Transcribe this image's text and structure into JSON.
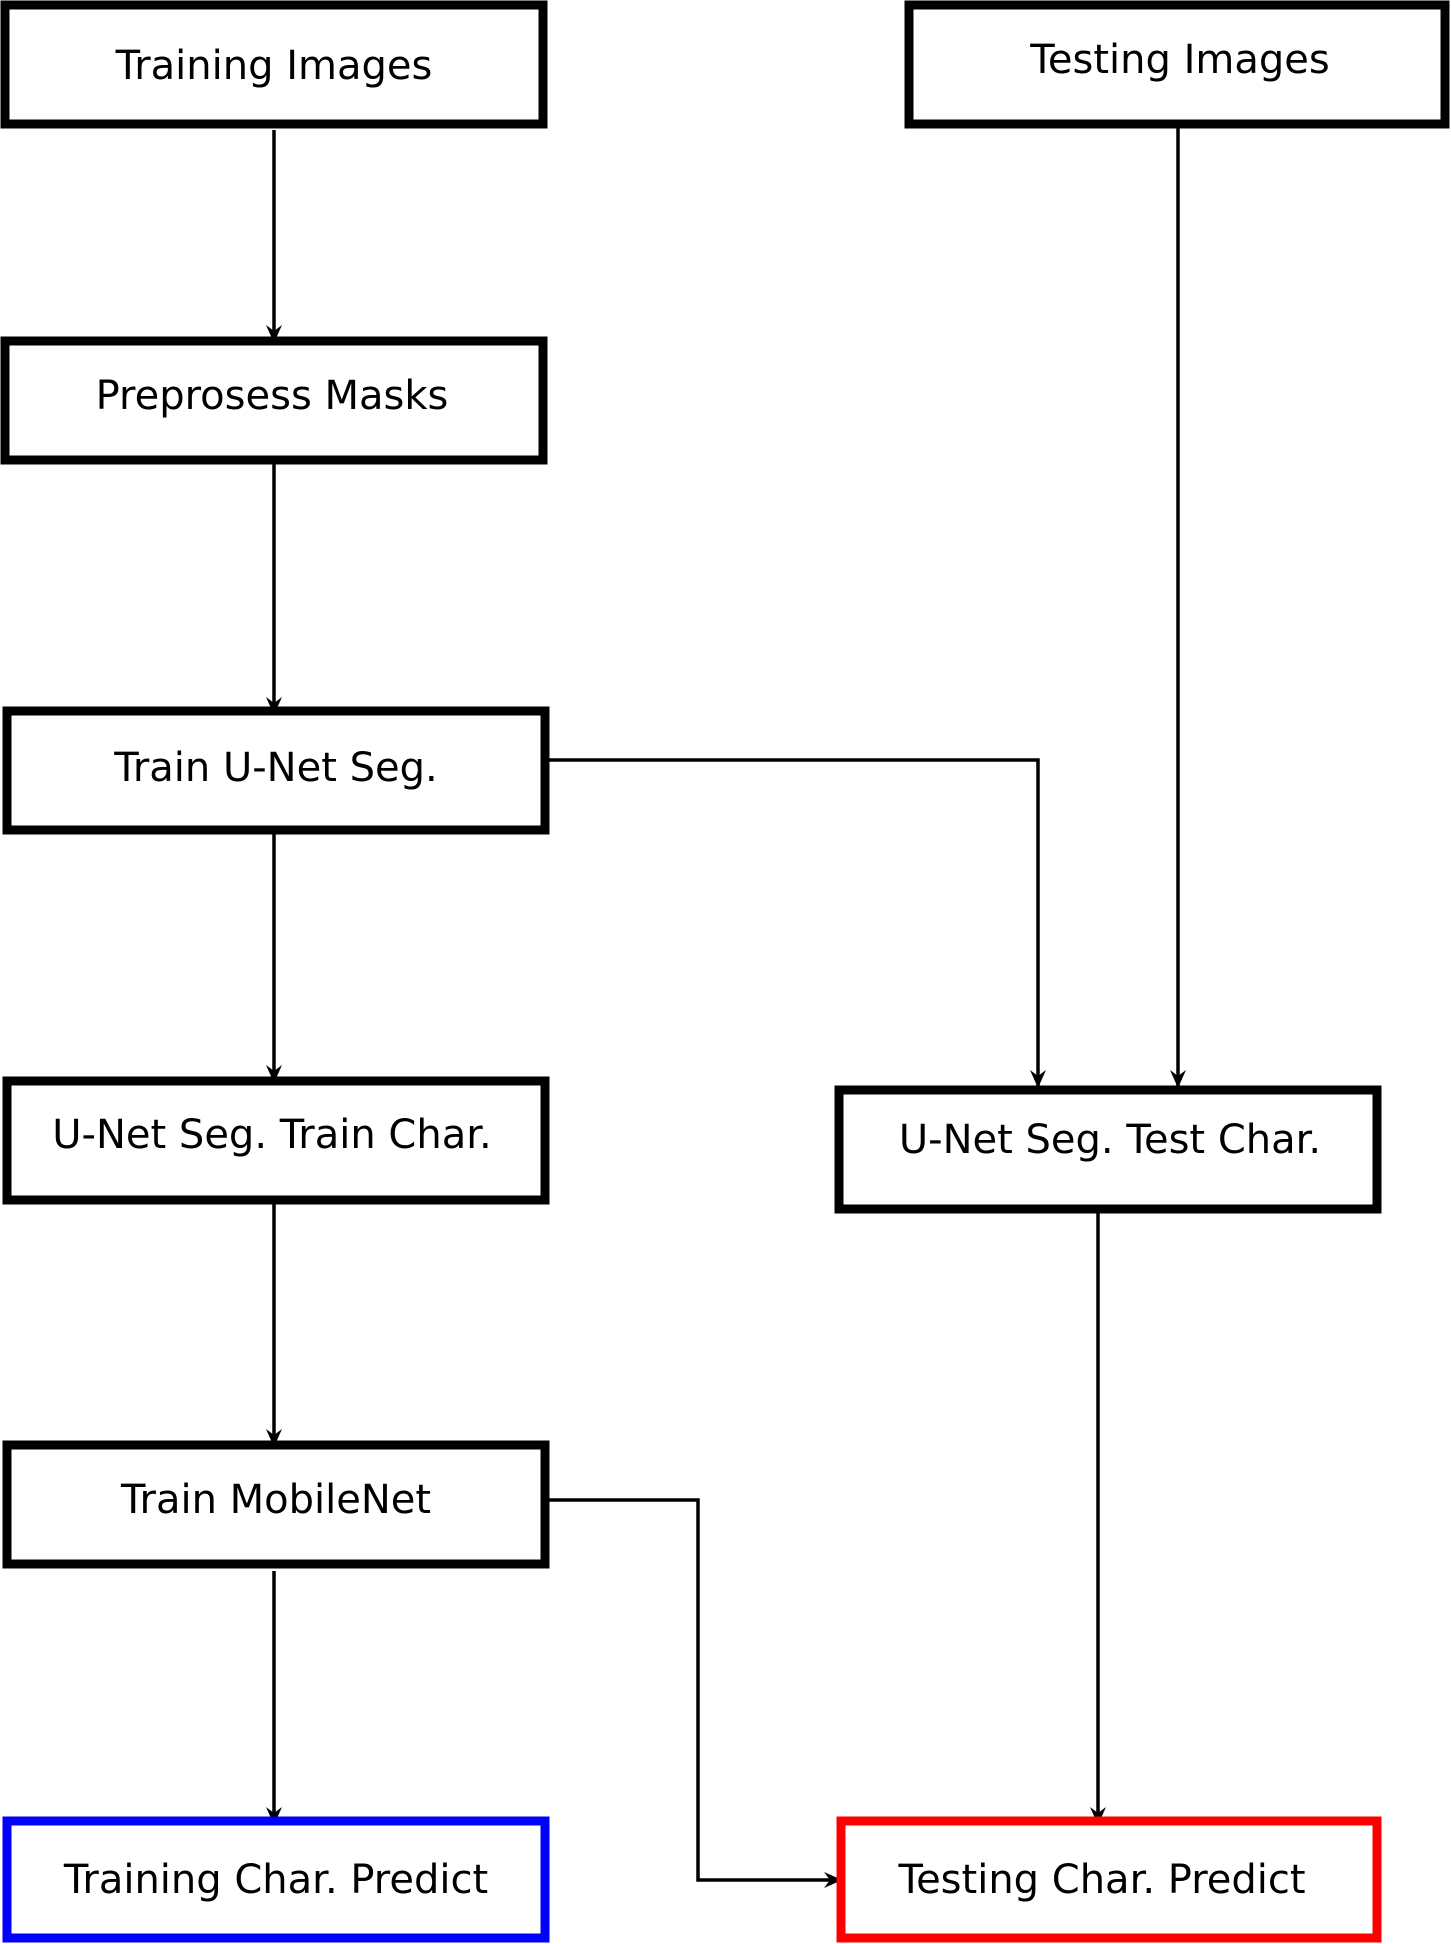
{
  "colors": {
    "default_border": "#000000",
    "training_output_border": "#0000ff",
    "testing_output_border": "#ff0000",
    "edge": "#000000"
  },
  "nodes": {
    "training_images": {
      "label": "Training Images"
    },
    "testing_images": {
      "label": "Testing Images"
    },
    "preprocess_masks": {
      "label": "Preprosess Masks"
    },
    "train_unet_seg": {
      "label": "Train U-Net Seg."
    },
    "unet_seg_train_char": {
      "label": "U-Net Seg. Train Char."
    },
    "unet_seg_test_char": {
      "label": "U-Net Seg. Test Char."
    },
    "train_mobilenet": {
      "label": "Train MobileNet"
    },
    "training_char_predict": {
      "label": "Training Char. Predict"
    },
    "testing_char_predict": {
      "label": "Testing Char. Predict"
    }
  },
  "edges": [
    {
      "from": "training_images",
      "to": "preprocess_masks"
    },
    {
      "from": "preprocess_masks",
      "to": "train_unet_seg"
    },
    {
      "from": "train_unet_seg",
      "to": "unet_seg_train_char"
    },
    {
      "from": "train_unet_seg",
      "to": "unet_seg_test_char"
    },
    {
      "from": "testing_images",
      "to": "unet_seg_test_char"
    },
    {
      "from": "unet_seg_train_char",
      "to": "train_mobilenet"
    },
    {
      "from": "train_mobilenet",
      "to": "training_char_predict"
    },
    {
      "from": "train_mobilenet",
      "to": "testing_char_predict"
    },
    {
      "from": "unet_seg_test_char",
      "to": "testing_char_predict"
    }
  ]
}
